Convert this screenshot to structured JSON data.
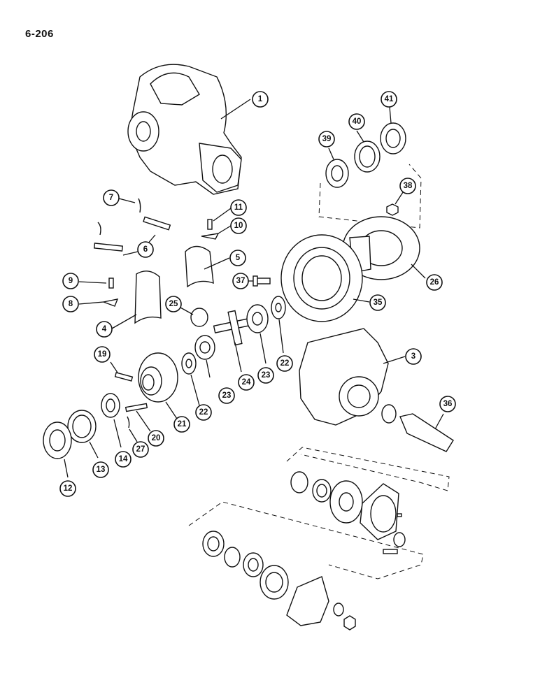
{
  "page": {
    "code": "6-206"
  },
  "callouts": [
    {
      "id": "c1",
      "label": "1"
    },
    {
      "id": "c3",
      "label": "3"
    },
    {
      "id": "c4",
      "label": "4"
    },
    {
      "id": "c5",
      "label": "5"
    },
    {
      "id": "c6",
      "label": "6"
    },
    {
      "id": "c7",
      "label": "7"
    },
    {
      "id": "c8",
      "label": "8"
    },
    {
      "id": "c9",
      "label": "9"
    },
    {
      "id": "c10",
      "label": "10"
    },
    {
      "id": "c11",
      "label": "11"
    },
    {
      "id": "c12",
      "label": "12"
    },
    {
      "id": "c13",
      "label": "13"
    },
    {
      "id": "c14",
      "label": "14"
    },
    {
      "id": "c19",
      "label": "19"
    },
    {
      "id": "c20",
      "label": "20"
    },
    {
      "id": "c21",
      "label": "21"
    },
    {
      "id": "c22a",
      "label": "22"
    },
    {
      "id": "c22b",
      "label": "22"
    },
    {
      "id": "c23a",
      "label": "23"
    },
    {
      "id": "c23b",
      "label": "23"
    },
    {
      "id": "c24",
      "label": "24"
    },
    {
      "id": "c25",
      "label": "25"
    },
    {
      "id": "c26",
      "label": "26"
    },
    {
      "id": "c27",
      "label": "27"
    },
    {
      "id": "c35",
      "label": "35"
    },
    {
      "id": "c36",
      "label": "36"
    },
    {
      "id": "c37",
      "label": "37"
    },
    {
      "id": "c38",
      "label": "38"
    },
    {
      "id": "c39",
      "label": "39"
    },
    {
      "id": "c40",
      "label": "40"
    },
    {
      "id": "c41",
      "label": "41"
    }
  ]
}
